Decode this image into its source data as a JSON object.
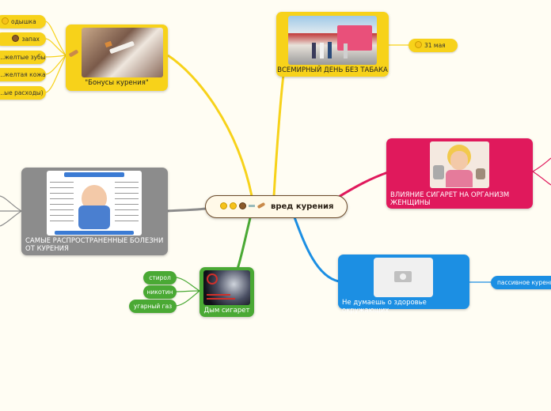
{
  "central": {
    "title": "вред курения",
    "icons": [
      "grin-face-icon",
      "smile-face-icon",
      "speaking-head-icon",
      "syringe-icon",
      "cigarette-icon"
    ]
  },
  "bonuses": {
    "title": "\"Бонусы курения\"",
    "items": [
      "одышка",
      "запах",
      "...желтые зубы",
      "...желтая кожа",
      "...ые расходы)"
    ]
  },
  "tobacco_day": {
    "title": "ВСЕМИРНЫЙ ДЕНЬ БЕЗ ТАБАКА",
    "date": "31 мая"
  },
  "women": {
    "title": "ВЛИЯНИЕ СИГАРЕТ НА ОРГАНИЗМ ЖЕНЩИНЫ"
  },
  "diseases": {
    "title": "САМЫЕ РАСПРОСТРАНЕННЫЕ БОЛЕЗНИ ОТ КУРЕНИЯ"
  },
  "others": {
    "title": "Не думаешь о здоровье окружающих",
    "items": [
      "пассивное курени..."
    ]
  },
  "smoke": {
    "title": "Дым сигарет",
    "items": [
      "стирол",
      "никотин",
      "угарный газ"
    ]
  },
  "colors": {
    "yellow": "#f7d21a",
    "red": "#e0195c",
    "gray": "#8c8c8c",
    "blue": "#1c8fe3",
    "green": "#4aa934",
    "central_border": "#6b4a2a"
  }
}
